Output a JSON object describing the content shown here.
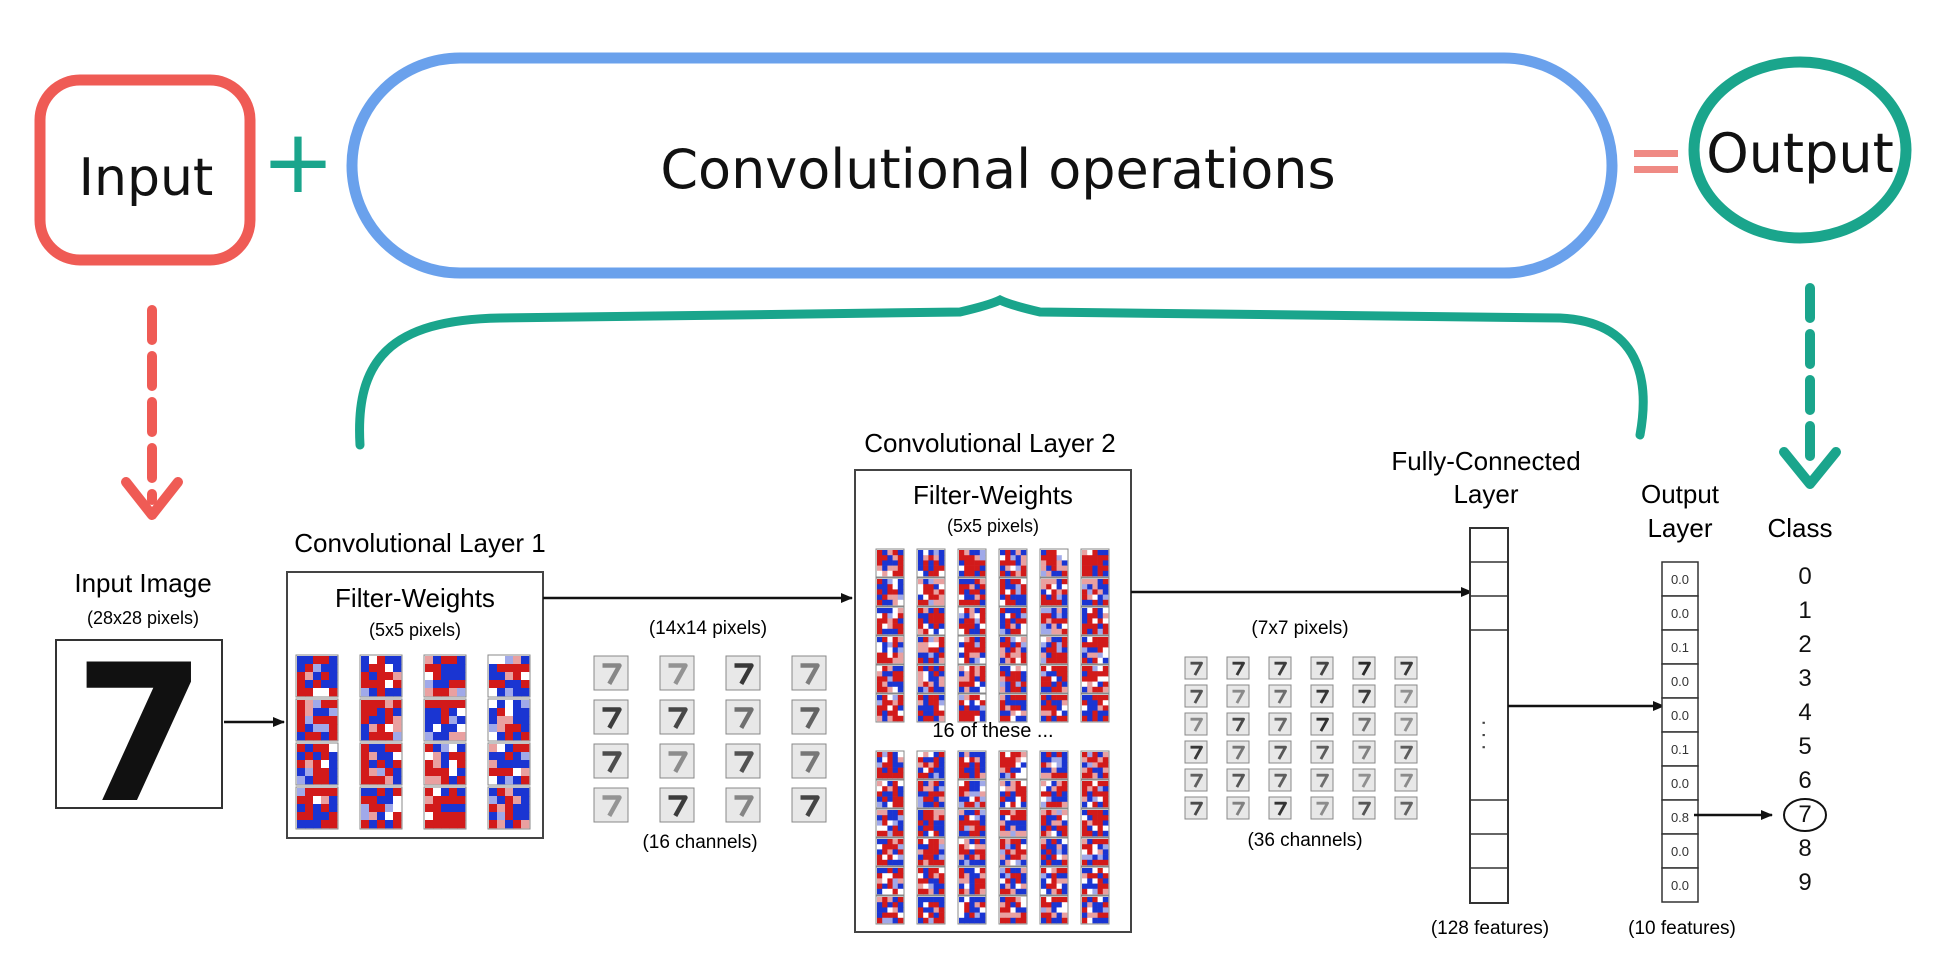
{
  "top": {
    "input_label": "Input",
    "plus": "+",
    "conv_label": "Convolutional operations",
    "equals": "=",
    "output_label": "Output"
  },
  "colors": {
    "input_box": "#ef5b55",
    "conv_box": "#6aa1ec",
    "output_box": "#1aa58c",
    "brace": "#1aa58c",
    "filter_red": "#d21a1a",
    "filter_blue": "#1a35d2"
  },
  "input_image": {
    "title": "Input Image",
    "size": "(28x28 pixels)",
    "digit": "7"
  },
  "conv1": {
    "title": "Convolutional Layer 1",
    "filter_title": "Filter-Weights",
    "filter_size": "(5x5 pixels)",
    "out_size": "(14x14 pixels)",
    "channels": "(16 channels)"
  },
  "conv2": {
    "title": "Convolutional Layer 2",
    "filter_title": "Filter-Weights",
    "filter_size": "(5x5 pixels)",
    "repeat_note": "16 of these ...",
    "out_size": "(7x7 pixels)",
    "channels": "(36 channels)"
  },
  "fc": {
    "title_line1": "Fully-Connected",
    "title_line2": "Layer",
    "features": "(128 features)",
    "dots": ". . ."
  },
  "output_layer": {
    "title_line1": "Output",
    "title_line2": "Layer",
    "features": "(10 features)",
    "values": [
      "0.0",
      "0.0",
      "0.1",
      "0.0",
      "0.0",
      "0.1",
      "0.0",
      "0.8",
      "0.0",
      "0.0"
    ]
  },
  "classes": {
    "title": "Class",
    "labels": [
      "0",
      "1",
      "2",
      "3",
      "4",
      "5",
      "6",
      "7",
      "8",
      "9"
    ],
    "predicted": "7"
  }
}
